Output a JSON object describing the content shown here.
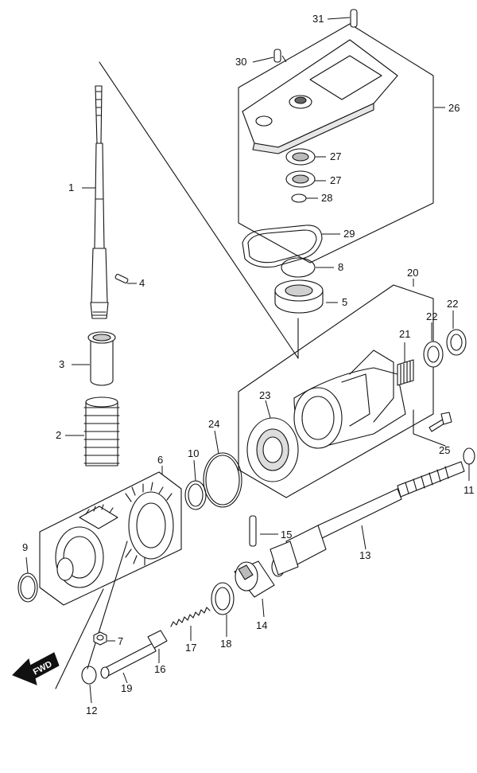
{
  "diagram": {
    "fwd_label": "FWD",
    "parts": {
      "p1": "1",
      "p2": "2",
      "p3": "3",
      "p4": "4",
      "p5": "5",
      "p6": "6",
      "p7": "7",
      "p8": "8",
      "p9": "9",
      "p10": "10",
      "p11": "11",
      "p12": "12",
      "p13": "13",
      "p14": "14",
      "p15": "15",
      "p16": "16",
      "p17": "17",
      "p18": "18",
      "p19": "19",
      "p20": "20",
      "p21": "21",
      "p22a": "22",
      "p22b": "22",
      "p23": "23",
      "p24": "24",
      "p25": "25",
      "p26": "26",
      "p27a": "27",
      "p27b": "27",
      "p28": "28",
      "p29": "29",
      "p30": "30",
      "p31": "31"
    }
  }
}
